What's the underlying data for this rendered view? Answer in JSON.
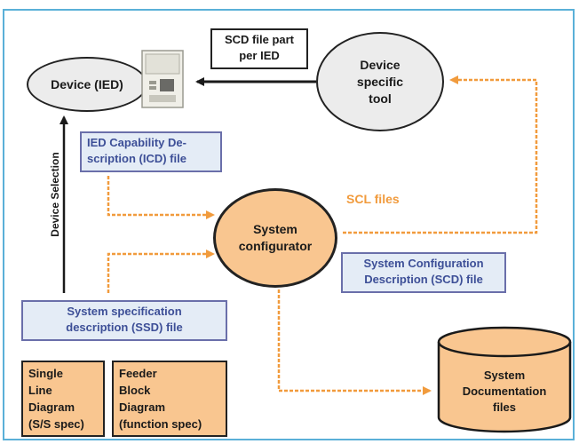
{
  "nodes": {
    "device_ied": "Device (IED)",
    "device_tool": [
      "Device",
      "specific",
      "tool"
    ],
    "system_configurator": [
      "System",
      "configurator"
    ],
    "system_docs": [
      "System",
      "Documentation",
      "files"
    ]
  },
  "boxes": {
    "scd_part": [
      "SCD file part",
      "per IED"
    ],
    "icd_file": [
      "IED Capability De-",
      "scription (ICD) file"
    ],
    "scd_file": [
      "System Configuration",
      "Description (SCD) file"
    ],
    "ssd_file": [
      "System specification",
      "description (SSD) file"
    ],
    "single_line": [
      "Single",
      "Line",
      "Diagram",
      "(S/S spec)"
    ],
    "feeder_block": [
      "Feeder",
      "Block",
      "Diagram",
      "(function spec)"
    ]
  },
  "labels": {
    "scl_files": "SCL files",
    "device_selection": "Device Selection"
  },
  "colors": {
    "orange": "#f19b3d",
    "orange_fill": "#f9c690",
    "blue_text": "#3d4f97",
    "blue_fill": "#e4ecf6",
    "frame": "#5ab0d8"
  }
}
